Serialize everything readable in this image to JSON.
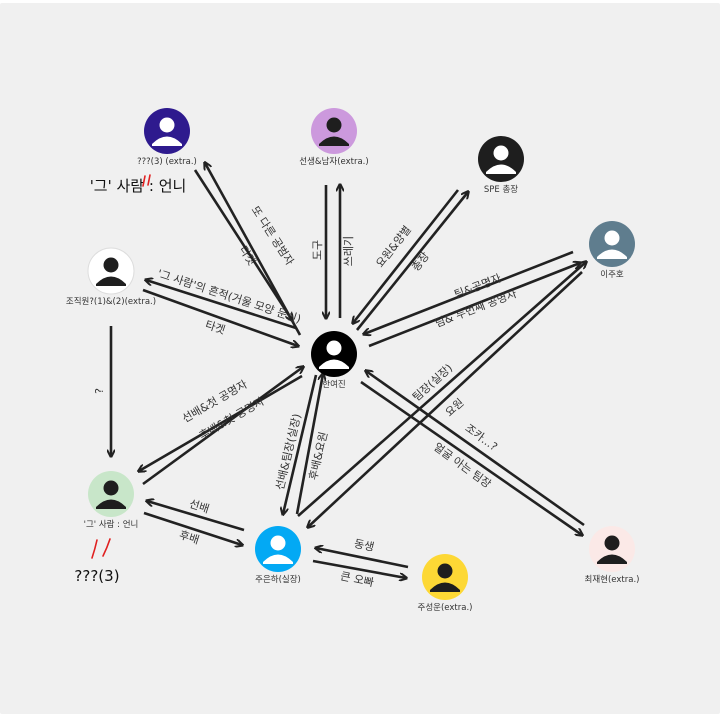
{
  "colors": {
    "canvas": "#f0f0f0",
    "arrow": "#222222",
    "text": "#333333",
    "silhouette": "#1e1e1e",
    "mark": "#e02020"
  },
  "nodes": [
    {
      "id": "hanyeojin",
      "label": "한여진",
      "icon": "person-icon",
      "color": "#000000",
      "fg": "#ffffff"
    },
    {
      "id": "q3",
      "label": "???(3) (extra.)",
      "icon": "person-icon",
      "color": "#2e1a8e",
      "fg": "#ffffff"
    },
    {
      "id": "teacher",
      "label": "선생&남자(extra.)",
      "icon": "person-icon",
      "color": "#cc99dd",
      "fg": "#1e1e1e"
    },
    {
      "id": "spe",
      "label": "SPE 총장",
      "icon": "person-icon",
      "color": "#1e1e1e",
      "fg": "#ffffff"
    },
    {
      "id": "leejuho",
      "label": "이주호",
      "icon": "person-icon",
      "color": "#5f7d8e",
      "fg": "#ffffff"
    },
    {
      "id": "staff",
      "label": "조직원?(1)&(2)(extra.)",
      "icon": "person-icon",
      "color": "#ffffff",
      "fg": "#1e1e1e"
    },
    {
      "id": "sister",
      "label": "'그' 사람 : 언니",
      "icon": "person-icon",
      "color": "#c8e6c9",
      "fg": "#1e1e1e"
    },
    {
      "id": "jueunha",
      "label": "주은하(실장)",
      "icon": "person-icon",
      "color": "#03a9f4",
      "fg": "#ffffff"
    },
    {
      "id": "jusungeun",
      "label": "주성운(extra.)",
      "icon": "person-icon",
      "color": "#fdd835",
      "fg": "#1e1e1e"
    },
    {
      "id": "choejaehyun",
      "label": "최재현(extra.)",
      "icon": "person-icon",
      "color": "#fbe9e7",
      "fg": "#1e1e1e"
    }
  ],
  "edges": [
    {
      "from": "hanyeojin",
      "to": "q3",
      "label": "타겟"
    },
    {
      "from": "q3",
      "to": "hanyeojin",
      "label": "또 다른 공범자"
    },
    {
      "from": "teacher",
      "to": "hanyeojin",
      "label": "도구"
    },
    {
      "from": "hanyeojin",
      "to": "teacher",
      "label": "쓰레기"
    },
    {
      "from": "hanyeojin",
      "to": "spe",
      "label": "총장"
    },
    {
      "from": "spe",
      "to": "hanyeojin",
      "label": "요원&양별"
    },
    {
      "from": "hanyeojin",
      "to": "leejuho",
      "label": "팀& 두번째 공명자"
    },
    {
      "from": "leejuho",
      "to": "hanyeojin",
      "label": "팀&공명자"
    },
    {
      "from": "hanyeojin",
      "to": "staff",
      "label": "'그 사람'의 흔적(거울 모양 문신)"
    },
    {
      "from": "staff",
      "to": "hanyeojin",
      "label": "타겟"
    },
    {
      "from": "staff",
      "to": "sister",
      "label": "?"
    },
    {
      "from": "hanyeojin",
      "to": "sister",
      "label": "선배&첫 공명자"
    },
    {
      "from": "sister",
      "to": "hanyeojin",
      "label": "후배&첫 공명자"
    },
    {
      "from": "hanyeojin",
      "to": "jueunha",
      "label": "선배&팀장(실장)"
    },
    {
      "from": "jueunha",
      "to": "hanyeojin",
      "label": "후배&요원"
    },
    {
      "from": "jueunha",
      "to": "sister",
      "label": "선배"
    },
    {
      "from": "sister",
      "to": "jueunha",
      "label": "후배"
    },
    {
      "from": "jusungeun",
      "to": "jueunha",
      "label": "동생"
    },
    {
      "from": "jueunha",
      "to": "jusungeun",
      "label": "큰 오빠"
    },
    {
      "from": "jueunha",
      "to": "leejuho",
      "label": "팀장(실장)"
    },
    {
      "from": "leejuho",
      "to": "jueunha",
      "label": "요원"
    },
    {
      "from": "choejaehyun",
      "to": "hanyeojin",
      "label": "조카...?"
    },
    {
      "from": "hanyeojin",
      "to": "choejaehyun",
      "label": "얼굴 아는 팀장"
    }
  ],
  "annotations": [
    {
      "id": "top-note",
      "text": "'그' 사람 : 언니"
    },
    {
      "id": "bottom-note",
      "text": "???(3)"
    }
  ]
}
